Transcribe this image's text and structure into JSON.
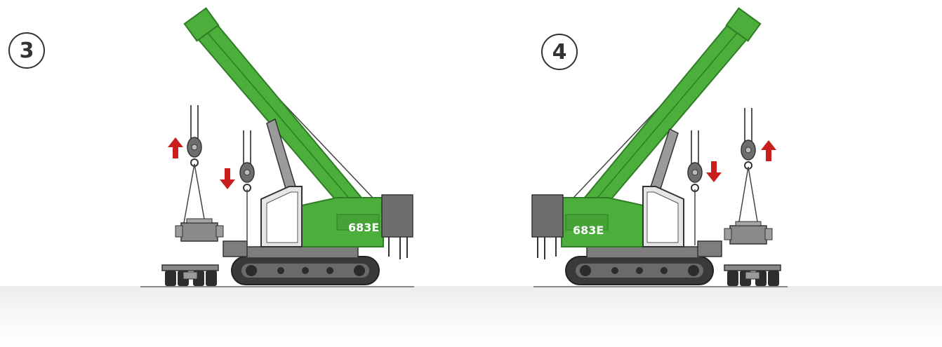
{
  "steps": [
    {
      "number": "3",
      "crane_model": "683E"
    },
    {
      "number": "4",
      "crane_model": "683E"
    }
  ],
  "colors": {
    "crane_green": "#4cae3b",
    "crane_green_dark": "#2f7d26",
    "chassis_grey": "#7d7d7d",
    "track_dark": "#3a3a3a",
    "arrow_red": "#c81e1e",
    "outline": "#333333"
  },
  "icons": [
    "arrow-up-icon",
    "arrow-down-icon",
    "hook-block-icon"
  ]
}
